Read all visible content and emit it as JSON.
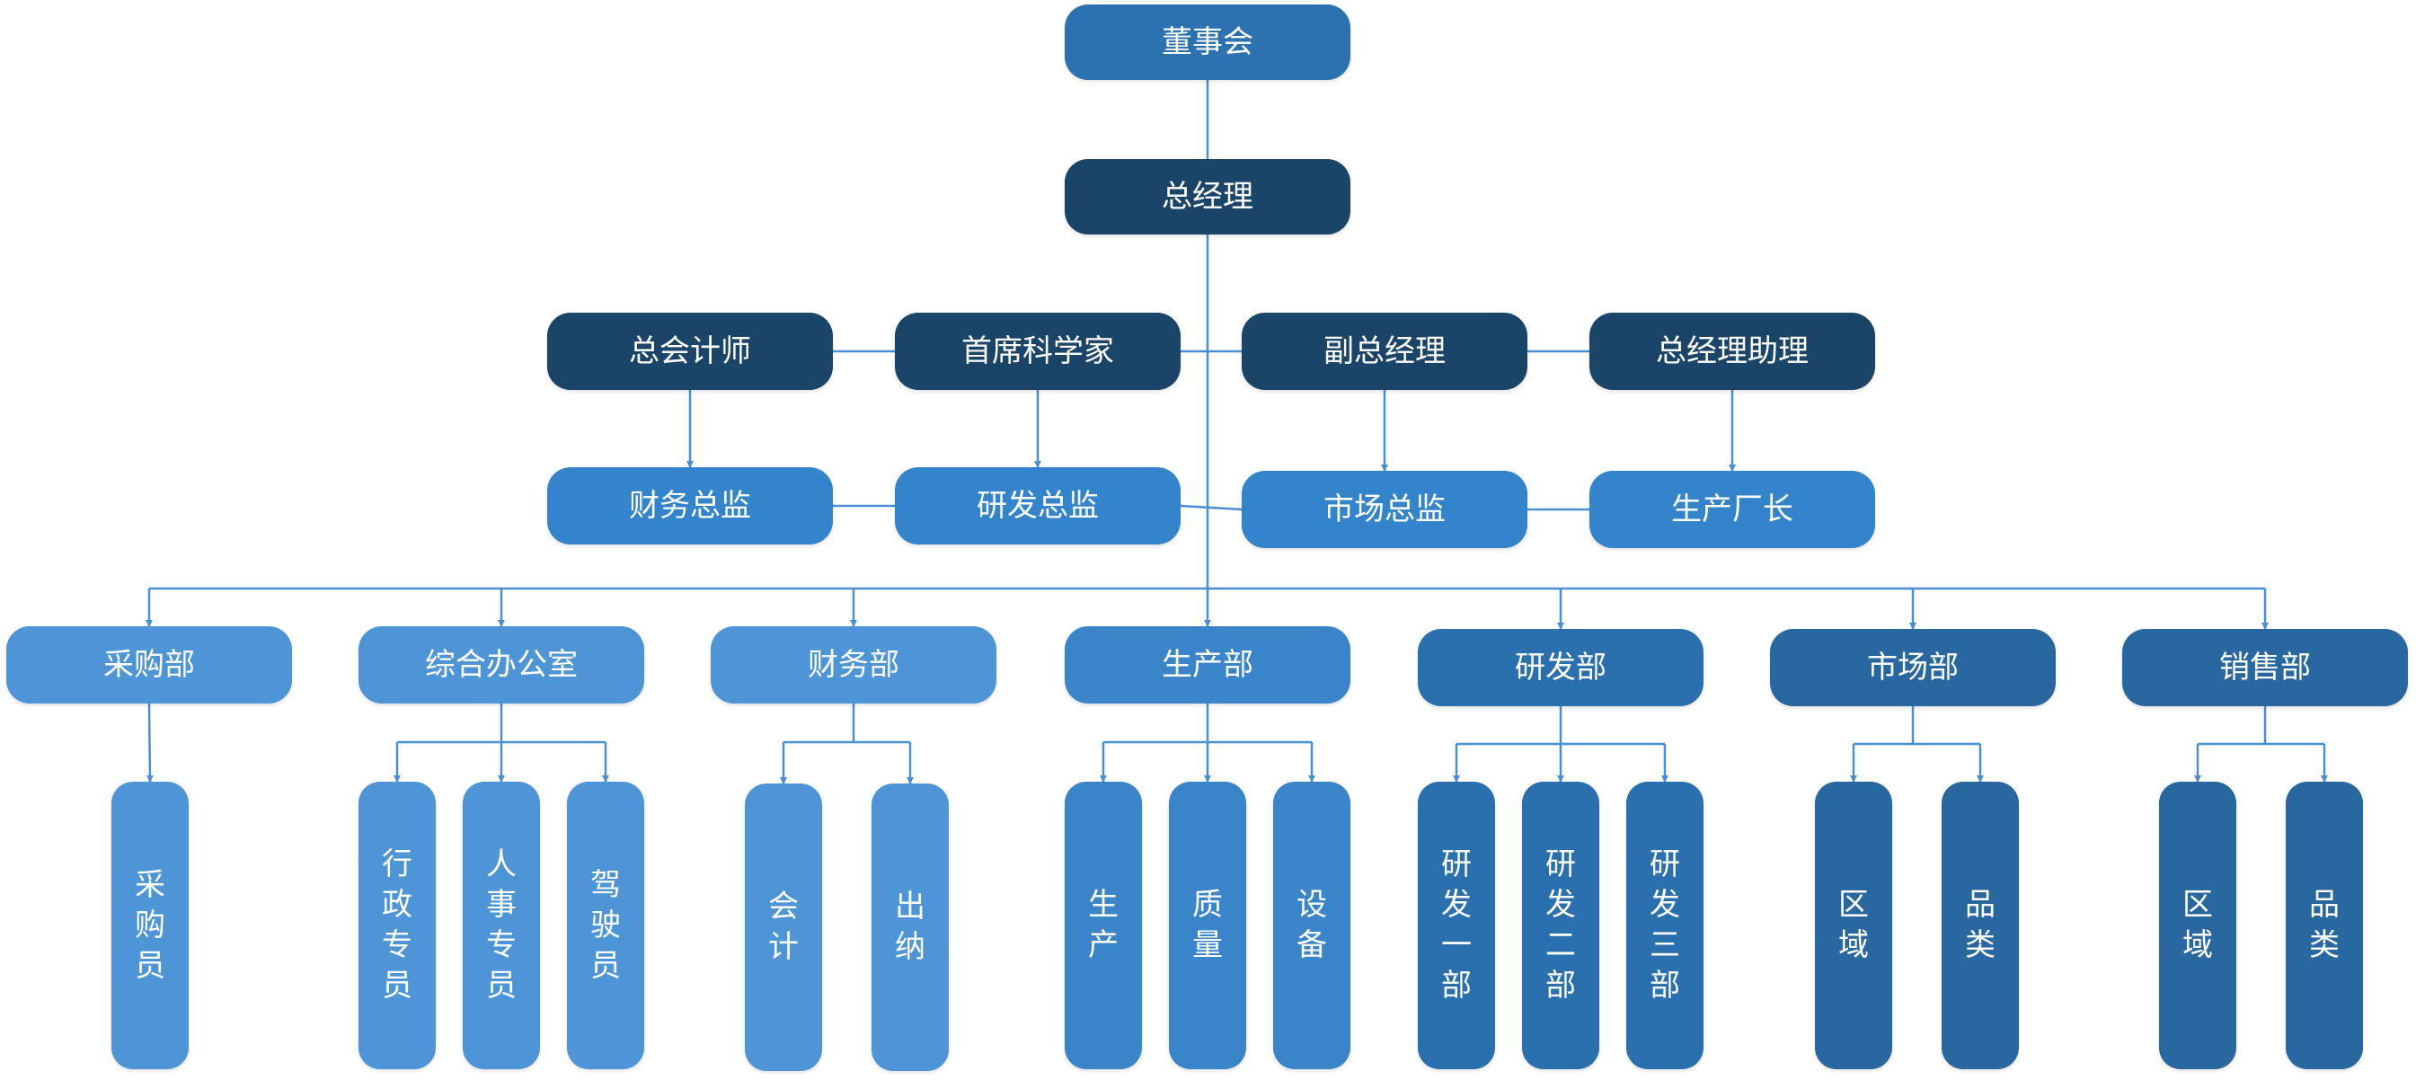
{
  "colors": {
    "line": "#4a8fd4",
    "top": "#2c72b0",
    "exec": "#1a4468",
    "director": "#3384ca",
    "dept_light": "#4d95d6",
    "dept_mid": "#3a84c9",
    "dept_dark": "#2a6fae",
    "dept_darker": "#28679f"
  },
  "top": {
    "board": "董事会",
    "ceo": "总经理"
  },
  "executives": [
    "总会计师",
    "首席科学家",
    "副总经理",
    "总经理助理"
  ],
  "directors": [
    "财务总监",
    "研发总监",
    "市场总监",
    "生产厂长"
  ],
  "departments": [
    {
      "name": "采购部",
      "subs": [
        "采购员"
      ]
    },
    {
      "name": "综合办公室",
      "subs": [
        "行政专员",
        "人事专员",
        "驾驶员"
      ]
    },
    {
      "name": "财务部",
      "subs": [
        "会计",
        "出纳"
      ]
    },
    {
      "name": "生产部",
      "subs": [
        "生产",
        "质量",
        "设备"
      ]
    },
    {
      "name": "研发部",
      "subs": [
        "研发一部",
        "研发二部",
        "研发三部"
      ]
    },
    {
      "name": "市场部",
      "subs": [
        "区域",
        "品类"
      ]
    },
    {
      "name": "销售部",
      "subs": [
        "区域",
        "品类"
      ]
    }
  ]
}
